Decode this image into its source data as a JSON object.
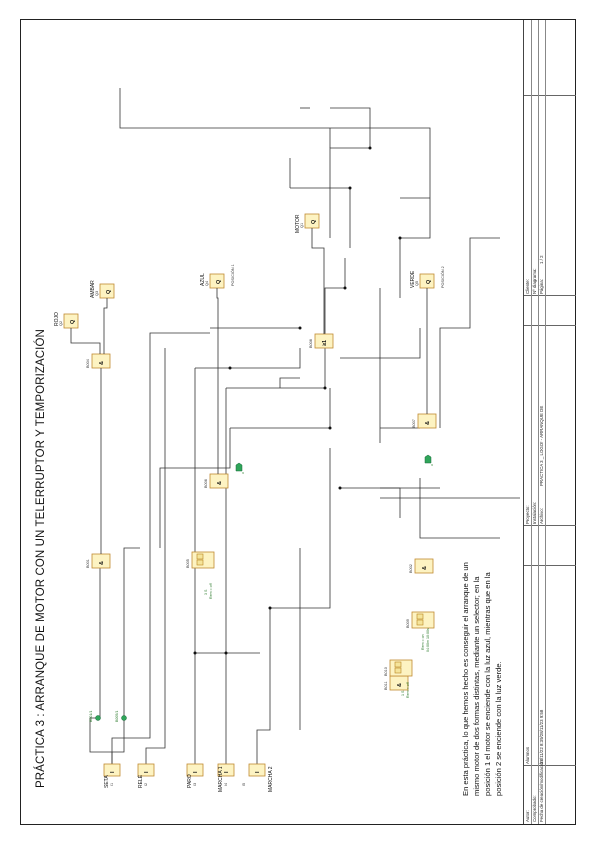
{
  "title": "PRÁCTICA 3 : ARRANQUE DE MOTOR CON UN TELERRUPTOR Y TEMPORIZACIÓN",
  "description": "En esta práctica, lo que hemos hecho es conseguir el arranque de un mismo motor de dos formas distintas, mediante un selector; en la posición 1 el motor se enciende con la luz azul, mientras que en la posición 2 se enciende con la luz verde.",
  "inputs": [
    {
      "name": "SETA",
      "code": "I1",
      "symbol": "I"
    },
    {
      "name": "RELÉ",
      "code": "I2",
      "symbol": "I"
    },
    {
      "name": "PARO",
      "code": "I3",
      "symbol": "I"
    },
    {
      "name": "MARCHA 1",
      "code": "I4",
      "symbol": "I"
    },
    {
      "name": "MARCHA 2",
      "code": "I5",
      "symbol": "I"
    }
  ],
  "outputs": [
    {
      "name": "ROJO",
      "code": "Q2",
      "symbol": "Q"
    },
    {
      "name": "AMBAR",
      "code": "Q3",
      "symbol": "Q"
    },
    {
      "name": "AZUL",
      "code": "Q4",
      "symbol": "Q",
      "note": "POSICIÓN 1"
    },
    {
      "name": "MOTOR",
      "code": "Q1",
      "symbol": "Q"
    },
    {
      "name": "VERDE",
      "code": "Q5",
      "symbol": "Q",
      "note": "POSICIÓN 2"
    }
  ],
  "blocks": [
    {
      "id": "B001",
      "symbol": "&"
    },
    {
      "id": "B004",
      "symbol": "&"
    },
    {
      "id": "B006",
      "symbol": "&"
    },
    {
      "id": "B008",
      "symbol": "≥1"
    },
    {
      "id": "B011",
      "symbol": "&"
    },
    {
      "id": "B002",
      "symbol": "&"
    },
    {
      "id": "B007",
      "symbol": "&"
    }
  ],
  "timers": [
    {
      "id": "B005",
      "params": "3 S",
      "extra": "Rem = off"
    },
    {
      "id": "B009",
      "params": "Rem = on",
      "extra": "04:00m 10:00s"
    },
    {
      "id": "B010",
      "params": "1 S",
      "extra": "Rem = off"
    }
  ],
  "negations": [
    "B001/1",
    "B005/1"
  ],
  "constants": [
    {
      "label": "x"
    },
    {
      "label": "x"
    }
  ],
  "title_block": {
    "autor_label": "Autor:",
    "autor_value": "Alumnos",
    "comprobado_label": "Comprobado:",
    "fecha_label": "Fecha de creación/modificación:",
    "fecha_value": "28/11/22 8:39/28/11/23 9:58",
    "proyecto_label": "Proyecto:",
    "instalacion_label": "Instalación:",
    "archivo_label": "Archivo:",
    "archivo_value": "PRACTICA 3 _ LOGO! - ARRANQUE DE",
    "cliente_label": "Cliente:",
    "diagrama_label": "Nº diagrama:",
    "pagina_label": "Página:",
    "pagina_value": "1 / 2"
  }
}
